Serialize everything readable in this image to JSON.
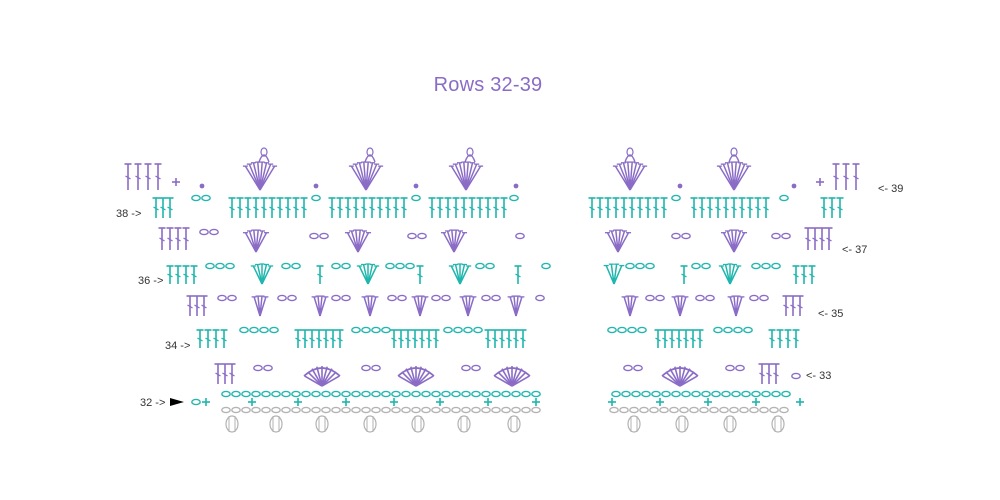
{
  "title": "Rows 32-39",
  "colors": {
    "title": "#8a6cc6",
    "purple": "#8a6cc6",
    "teal": "#1fb6ad",
    "gray": "#b3b3b3",
    "label": "#333333"
  },
  "row_labels": {
    "left": [
      "38 ->",
      "36 ->",
      "34 ->",
      "32 ->"
    ],
    "right": [
      "<- 39",
      "<- 37",
      "<- 35",
      "<- 33"
    ]
  },
  "symbols": [
    "chain",
    "double-crochet",
    "single-crochet",
    "slip-stitch",
    "shell",
    "picot",
    "foundation-cluster"
  ]
}
